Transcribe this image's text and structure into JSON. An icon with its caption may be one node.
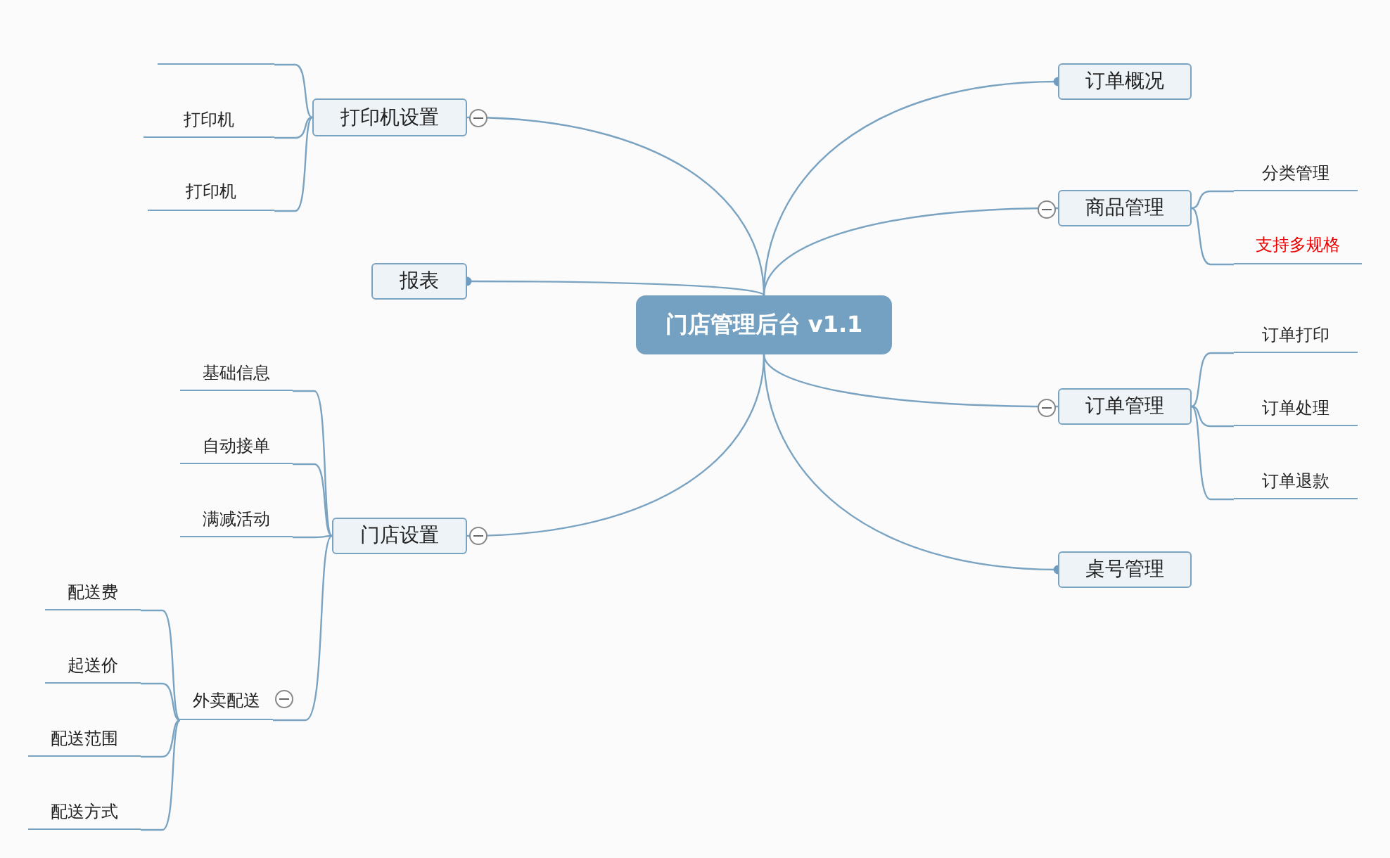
{
  "diagram": {
    "nodes": [
      {
        "text": [
          "门店管理后台 v1.1"
        ]
      },
      {
        "text": [
          "打印机设置"
        ]
      },
      {
        "text": [],
        "shape": "bar"
      },
      {
        "text": [
          "打印机"
        ]
      },
      {
        "text": [
          "打印机"
        ]
      },
      {
        "text": [
          "报表"
        ]
      },
      {
        "text": [
          "门店设置"
        ]
      },
      {
        "text": [
          "基础信息"
        ]
      },
      {
        "text": [
          "自动接单"
        ]
      },
      {
        "text": [
          "满减活动"
        ]
      },
      {
        "text": [
          "外卖配送"
        ]
      },
      {
        "text": [
          "配送费"
        ]
      },
      {
        "text": [
          "起送价"
        ]
      },
      {
        "text": [
          "配送范围"
        ]
      },
      {
        "text": [
          "配送方式"
        ]
      },
      {
        "text": [
          "订单概况"
        ]
      },
      {
        "text": [
          "商品管理"
        ]
      },
      {
        "text": [
          "分类管理"
        ]
      },
      {
        "text": [
          "支持多规格"
        ]
      },
      {
        "text": [
          "订单管理"
        ]
      },
      {
        "text": [
          "订单打印"
        ]
      },
      {
        "text": [
          "订单处理"
        ]
      },
      {
        "text": [
          "订单退款"
        ]
      },
      {
        "text": [
          "桌号管理"
        ]
      }
    ],
    "edges": [
      {
        "from": 0,
        "to": 1,
        "arrow": "none"
      },
      {
        "from": 1,
        "to": 2,
        "arrow": "none"
      },
      {
        "from": 1,
        "to": 3,
        "arrow": "none"
      },
      {
        "from": 1,
        "to": 4,
        "arrow": "none"
      },
      {
        "from": 0,
        "to": 5,
        "arrow": "other"
      },
      {
        "from": 0,
        "to": 6,
        "arrow": "none"
      },
      {
        "from": 6,
        "to": 7,
        "arrow": "none"
      },
      {
        "from": 6,
        "to": 8,
        "arrow": "none"
      },
      {
        "from": 6,
        "to": 9,
        "arrow": "none"
      },
      {
        "from": 6,
        "to": 10,
        "arrow": "none"
      },
      {
        "from": 10,
        "to": 11,
        "arrow": "none"
      },
      {
        "from": 10,
        "to": 12,
        "arrow": "none"
      },
      {
        "from": 10,
        "to": 13,
        "arrow": "none"
      },
      {
        "from": 10,
        "to": 14,
        "arrow": "none"
      },
      {
        "from": 0,
        "to": 15,
        "arrow": "other"
      },
      {
        "from": 0,
        "to": 16,
        "arrow": "none"
      },
      {
        "from": 16,
        "to": 17,
        "arrow": "none"
      },
      {
        "from": 16,
        "to": 18,
        "arrow": "none"
      },
      {
        "from": 0,
        "to": 19,
        "arrow": "none"
      },
      {
        "from": 19,
        "to": 20,
        "arrow": "none"
      },
      {
        "from": 19,
        "to": 21,
        "arrow": "none"
      },
      {
        "from": 19,
        "to": 22,
        "arrow": "none"
      },
      {
        "from": 0,
        "to": 23,
        "arrow": "other"
      }
    ]
  }
}
